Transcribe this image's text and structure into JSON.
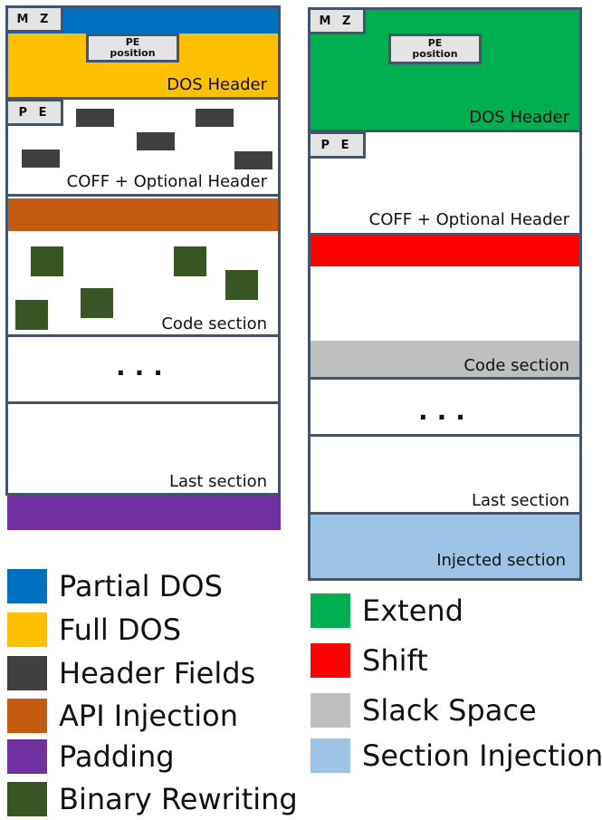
{
  "left_diagram": {
    "mz_tag": "M Z",
    "pe_position_tag": "PE\nposition",
    "dos_header_label": "DOS Header",
    "pe_tag": "P E",
    "coff_label": "COFF + Optional Header",
    "code_section_label": "Code section",
    "ellipsis": "...",
    "last_section_label": "Last section"
  },
  "right_diagram": {
    "mz_tag": "M Z",
    "pe_position_tag": "PE\nposition",
    "dos_header_label": "DOS Header",
    "pe_tag": "P E",
    "coff_label": "COFF + Optional Header",
    "code_section_label": "Code section",
    "ellipsis": "...",
    "last_section_label": "Last section",
    "injected_section_label": "Injected section"
  },
  "legend_left": [
    {
      "label": "Partial DOS",
      "color": "#0070c0"
    },
    {
      "label": "Full DOS",
      "color": "#ffc000"
    },
    {
      "label": "Header Fields",
      "color": "#404040"
    },
    {
      "label": "API Injection",
      "color": "#c55a11"
    },
    {
      "label": "Padding",
      "color": "#7030a0"
    },
    {
      "label": "Binary Rewriting",
      "color": "#375623"
    }
  ],
  "legend_right": [
    {
      "label": "Extend",
      "color": "#00b050"
    },
    {
      "label": "Shift",
      "color": "#ff0000"
    },
    {
      "label": "Slack Space",
      "color": "#bfbfbf"
    },
    {
      "label": "Section Injection",
      "color": "#9dc3e6"
    }
  ]
}
